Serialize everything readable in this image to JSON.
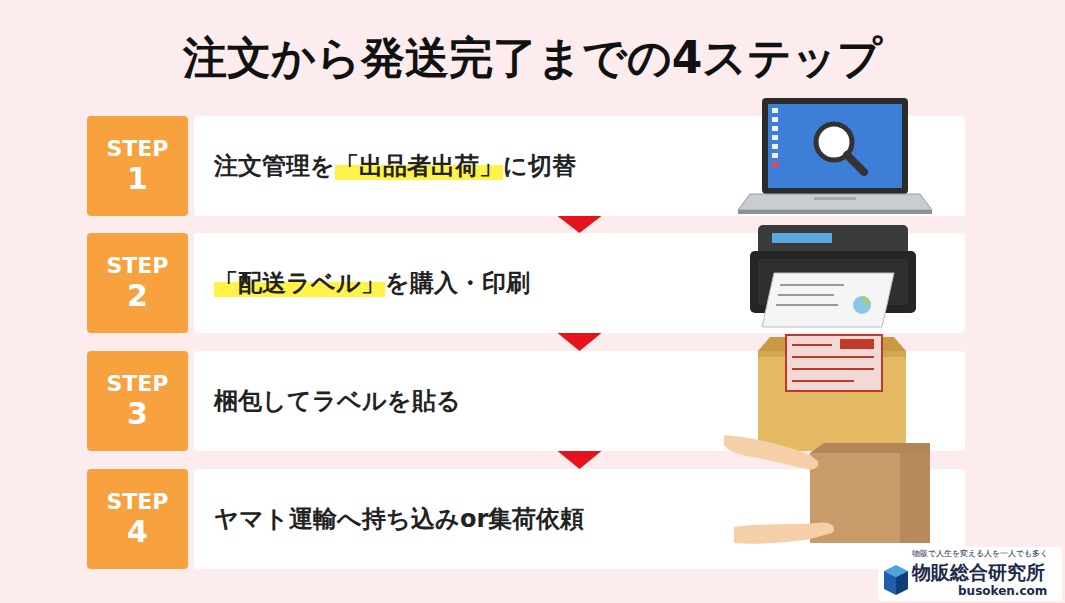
{
  "diagram": {
    "title": "注文から発送完了までの4ステップ",
    "nodes": [
      {
        "text": [
          "STEP",
          "1"
        ]
      },
      {
        "text": [
          "注文管理を「出品者出荷」に切替"
        ]
      },
      {
        "text": [
          "STEP",
          "2"
        ]
      },
      {
        "text": [
          "「配送ラベル」を購入・印刷"
        ]
      },
      {
        "text": [
          "STEP",
          "3"
        ]
      },
      {
        "text": [
          "梱包してラベルを貼る"
        ]
      },
      {
        "text": [
          "STEP",
          "4"
        ]
      },
      {
        "text": [
          "ヤマト運輸へ持ち込みor集荷依頼"
        ]
      }
    ],
    "edges": [
      {
        "from": 1,
        "to": 3,
        "arrow": "to"
      },
      {
        "from": 3,
        "to": 5,
        "arrow": "to"
      },
      {
        "from": 5,
        "to": 7,
        "arrow": "to"
      }
    ],
    "labels": [
      "物販で人生を変える人を一人でも多く",
      "物販総合研究所",
      "busoken.com"
    ]
  }
}
